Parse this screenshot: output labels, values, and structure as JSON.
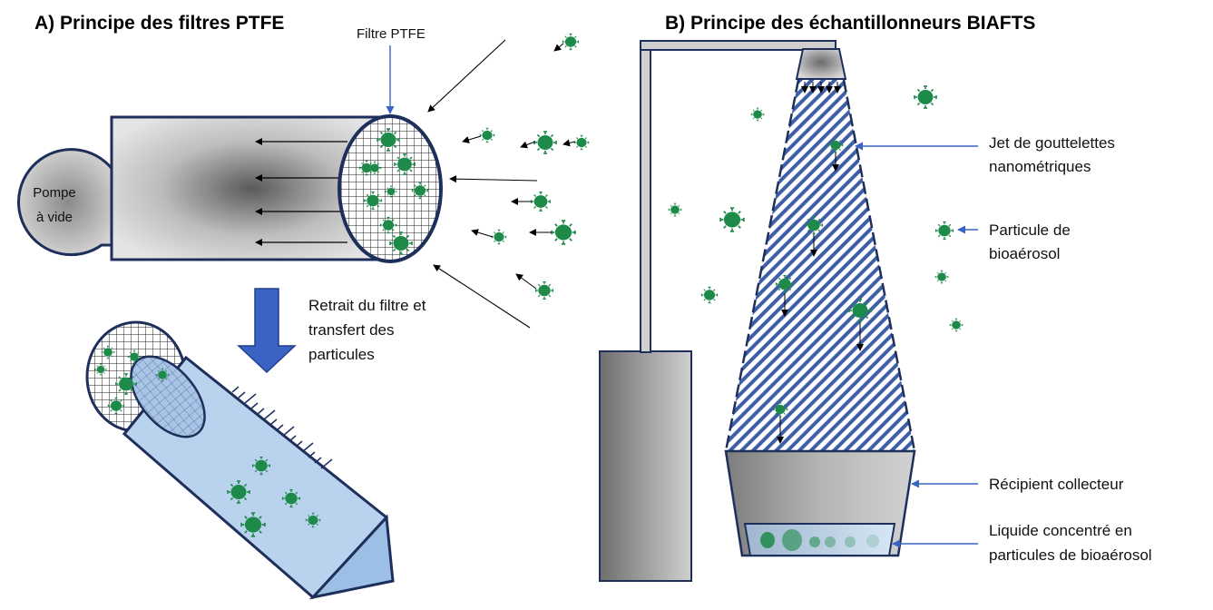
{
  "panel_a": {
    "title": "A) Principe des filtres PTFE",
    "filter_label": "Filtre PTFE",
    "pump_line1": "Pompe",
    "pump_line2": "à vide",
    "transfer_line1": "Retrait du filtre et",
    "transfer_line2": "transfert des",
    "transfer_line3": "particules"
  },
  "panel_b": {
    "title": "B) Principe des échantillonneurs BIAFTS",
    "jet_line1": "Jet de gouttelettes",
    "jet_line2": "nanométriques",
    "particle_line1": "Particule de",
    "particle_line2": "bioaérosol",
    "container_label": "Récipient collecteur",
    "liquid_line1": "Liquide concentré en",
    "liquid_line2": "particules de bioaérosol"
  },
  "colors": {
    "particle": "#1e8a4a",
    "outline": "#1f2f5c",
    "arrow_blue": "#3a63c4",
    "tube_fill": "#b9d3ee",
    "hatch": "#3e5fa8"
  }
}
